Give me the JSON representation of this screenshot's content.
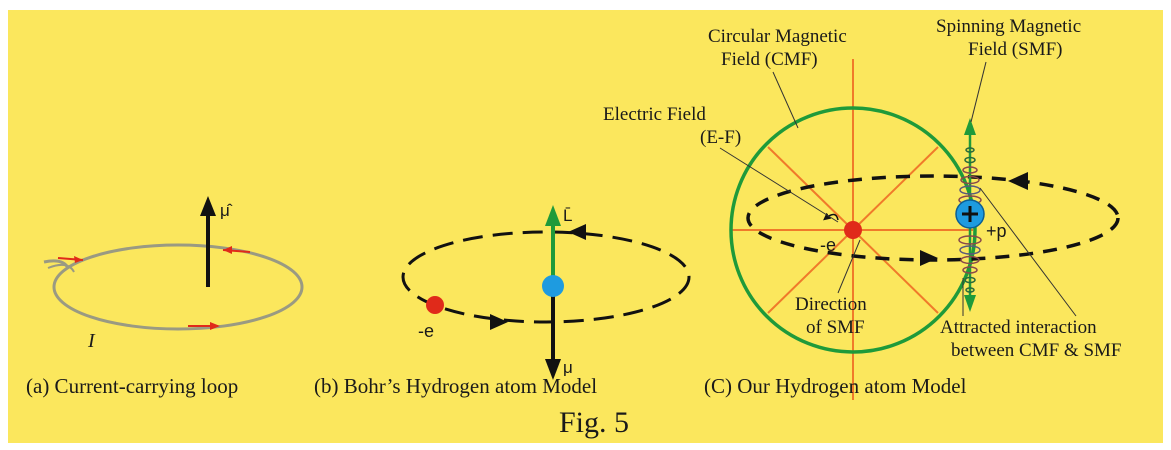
{
  "caption": {
    "a": "(a) Current-carrying loop",
    "b": "(b) Bohr’s Hydrogen atom Model",
    "c": "(C) Our Hydrogen atom Model",
    "fig": "Fig. 5"
  },
  "panel_a": {
    "moment_symbol": "μ̂",
    "current_symbol": "I"
  },
  "panel_b": {
    "angular_momentum_symbol": "L̄",
    "electron_label": "-e",
    "moment_symbol": "μ"
  },
  "panel_c": {
    "cmf_label_line1": "Circular Magnetic",
    "cmf_label_line2": "Field (CMF)",
    "smf_label_line1": "Spinning Magnetic",
    "smf_label_line2": "Field (SMF)",
    "ef_label_line1": "Electric Field",
    "ef_label_line2": "(E-F)",
    "electron_label": "-e",
    "proton_label": "+p",
    "direction_line1": "Direction",
    "direction_line2": "of SMF",
    "interaction_line1": "Attracted interaction",
    "interaction_line2": "between CMF & SMF"
  },
  "colors": {
    "background": "#fbe75d",
    "electron": "#e02a1a",
    "proton": "#1e9be0",
    "green": "#1f9a3a",
    "orange": "#f07a2a",
    "loop": "#9a9a82"
  }
}
